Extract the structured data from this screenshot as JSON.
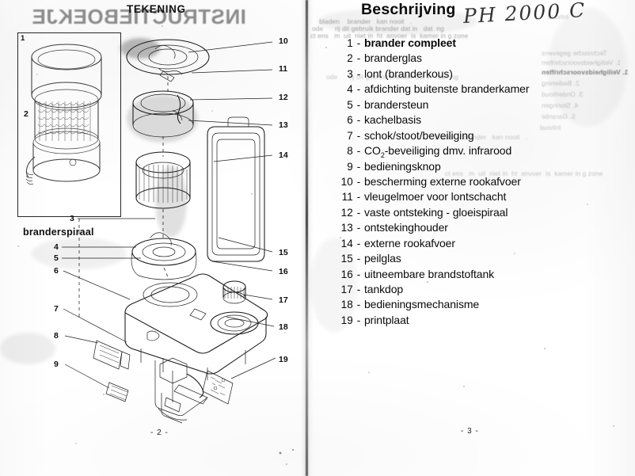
{
  "document": {
    "kind": "scanned-manual-spread",
    "model_handwritten": "PH 2000 C"
  },
  "left_page": {
    "heading": "TEKENING",
    "mirrored_bleed_title": "INSTRUCTIEBOEKJE",
    "caption": "branderspiraal",
    "inset_label": "1",
    "page_number": "- 2 -",
    "callouts_right": [
      "10",
      "11",
      "12",
      "13",
      "14",
      "15",
      "16",
      "17",
      "18",
      "19"
    ],
    "callouts_left": [
      "3",
      "4",
      "5",
      "6",
      "7",
      "8",
      "9"
    ],
    "inset_callouts": [
      "1",
      "2"
    ]
  },
  "right_page": {
    "heading": "Beschrijving",
    "handwritten_note": "PH 2000 C",
    "page_number": "- 3 -",
    "items": [
      {
        "num": "1",
        "dash": "-",
        "label": "brander compleet",
        "bold": true
      },
      {
        "num": "2",
        "dash": "-",
        "label": "branderglas",
        "bold": false
      },
      {
        "num": "3",
        "dash": "-",
        "label": "lont (branderkous)",
        "bold": false
      },
      {
        "num": "4",
        "dash": "-",
        "label": "afdichting buitenste branderkamer",
        "bold": false
      },
      {
        "num": "5",
        "dash": "-",
        "label": "brandersteun",
        "bold": false
      },
      {
        "num": "6",
        "dash": "-",
        "label": "kachelbasis",
        "bold": false
      },
      {
        "num": "7",
        "dash": "-",
        "label": "schok/stoot/beveiliging",
        "bold": false
      },
      {
        "num": "8",
        "dash": "-",
        "label": "CO2-beveiliging dmv. infrarood",
        "bold": false
      },
      {
        "num": "9",
        "dash": "-",
        "label": "bedieningsknop",
        "bold": false
      },
      {
        "num": "10",
        "dash": "-",
        "label": "bescherming externe rookafvoer",
        "bold": false
      },
      {
        "num": "11",
        "dash": "-",
        "label": "vleugelmoer voor lontschacht",
        "bold": false
      },
      {
        "num": "12",
        "dash": "-",
        "label": "vaste ontsteking - gloeispiraal",
        "bold": false
      },
      {
        "num": "13",
        "dash": "-",
        "label": "ontstekinghouder",
        "bold": false
      },
      {
        "num": "14",
        "dash": "-",
        "label": "externe rookafvoer",
        "bold": false
      },
      {
        "num": "15",
        "dash": "-",
        "label": "peilglas",
        "bold": false
      },
      {
        "num": "16",
        "dash": "-",
        "label": "uitneembare brandstoftank",
        "bold": false
      },
      {
        "num": "17",
        "dash": "-",
        "label": "tankdop",
        "bold": false
      },
      {
        "num": "18",
        "dash": "-",
        "label": "bedieningsmechanisme",
        "bold": false
      },
      {
        "num": "19",
        "dash": "-",
        "label": "printplaat",
        "bold": false
      }
    ],
    "bleed_through": {
      "line1": "   bladen    brander   kan nooit   .",
      "line2": "ode      rij dit gebruik brander dat in   dat  ng",
      "line3": "ct ens   m  uit  niet in  ht  anvoer  is  kamer in g zone",
      "mirrored_toc": [
        "Technische gegevens",
        "1. Veiligheidsvoorschriften",
        "2. Bediening",
        "3. Onderhoud",
        "4. Storingen",
        "5. Garantie",
        "Inhoud"
      ]
    }
  },
  "colors": {
    "ink": "#101010",
    "paper": "#fdfdfd",
    "ghost": "rgba(35,35,35,0.40)",
    "gutter": "#1e1e1e"
  }
}
